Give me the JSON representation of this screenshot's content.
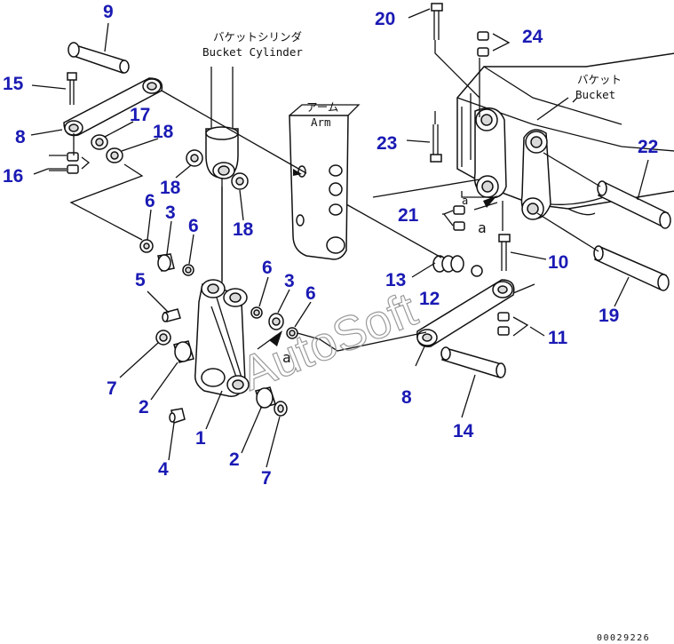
{
  "labels": {
    "bucket_cylinder_jp": "バケットシリンダ",
    "bucket_cylinder_en": "Bucket Cylinder",
    "arm_jp": "アーム",
    "arm_en": "Arm",
    "bucket_jp": "バケット",
    "bucket_en": "Bucket",
    "ref_a1": "a",
    "ref_a2": "a",
    "ref_a3": "a"
  },
  "callouts": {
    "n1": "1",
    "n2a": "2",
    "n2b": "2",
    "n3a": "3",
    "n3b": "3",
    "n4": "4",
    "n5": "5",
    "n6a": "6",
    "n6b": "6",
    "n6c": "6",
    "n6d": "6",
    "n7a": "7",
    "n7b": "7",
    "n8a": "8",
    "n8b": "8",
    "n9": "9",
    "n10": "10",
    "n11": "11",
    "n12": "12",
    "n13": "13",
    "n14": "14",
    "n15": "15",
    "n16": "16",
    "n17": "17",
    "n18a": "18",
    "n18b": "18",
    "n18c": "18",
    "n19": "19",
    "n20": "20",
    "n21": "21",
    "n22": "22",
    "n23": "23",
    "n24": "24"
  },
  "watermark": "AutoSoft",
  "drawing_code": "00029226",
  "colors": {
    "callout": "#1a1ab4",
    "line": "#111111",
    "watermark": "#9a9a9a"
  }
}
